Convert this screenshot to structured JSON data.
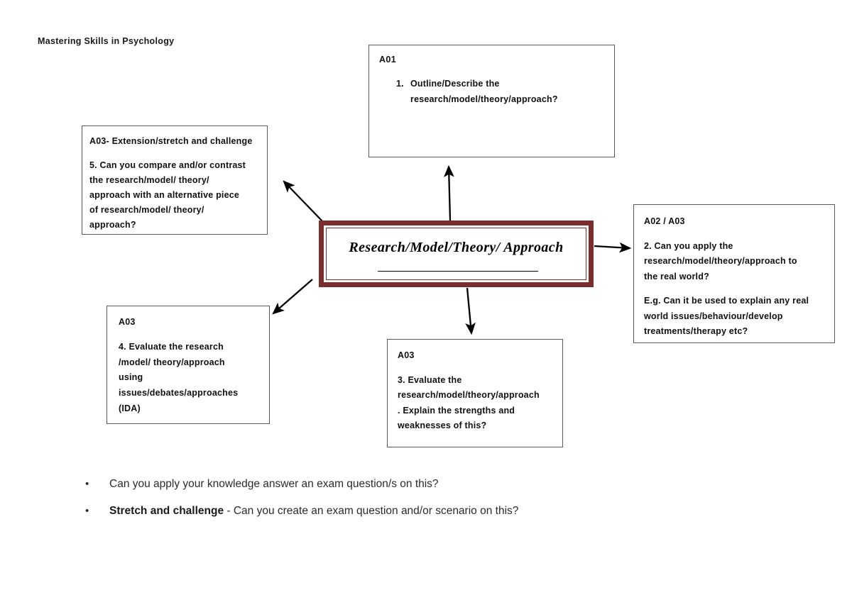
{
  "document": {
    "title": "Mastering Skills in Psychology"
  },
  "central_node": {
    "title": "Research/Model/Theory/ Approach",
    "blank_line": "",
    "border_color": "#7a2e2e"
  },
  "boxes": {
    "a01": {
      "label": "A01",
      "item_number": "1.",
      "item_line1": "Outline/Describe  the",
      "item_line2": "research/model/theory/approach?"
    },
    "a03_extension": {
      "label": "A03- Extension/stretch and challenge",
      "line1": "5. Can you compare and/or contrast",
      "line2": "the research/model/ theory/",
      "line3": "approach with an alternative piece",
      "line4": "of research/model/ theory/",
      "line5": "approach?"
    },
    "a02_a03": {
      "label": "A02 / A03",
      "q_line1": "2. Can you apply the",
      "q_line2": "research/model/theory/approach to",
      "q_line3": "the real world?",
      "eg_line1": "E.g. Can it be used to explain any real",
      "eg_line2": "world issues/behaviour/develop",
      "eg_line3": "treatments/therapy etc?"
    },
    "a03_left": {
      "label": "A03",
      "line1": "4. Evaluate the research",
      "line2": "/model/ theory/approach",
      "line3": "using",
      "line4": "issues/debates/approaches",
      "line5": "(IDA)"
    },
    "a03_center": {
      "label": "A03",
      "line1": "3. Evaluate the",
      "line2": "research/model/theory/approach",
      "line3": ". Explain  the strengths and",
      "line4": "weaknesses of this?"
    }
  },
  "arrows": [
    {
      "name": "arrow-to-a03-extension",
      "from": "central_node",
      "to": "a03_extension",
      "direction": "up-left"
    },
    {
      "name": "arrow-to-a01",
      "from": "central_node",
      "to": "a01",
      "direction": "up"
    },
    {
      "name": "arrow-to-a02-a03",
      "from": "central_node",
      "to": "a02_a03",
      "direction": "right"
    },
    {
      "name": "arrow-to-a03-left",
      "from": "central_node",
      "to": "a03_left",
      "direction": "down-left"
    },
    {
      "name": "arrow-to-a03-center",
      "from": "central_node",
      "to": "a03_center",
      "direction": "down"
    }
  ],
  "bullets": [
    {
      "marker": "•",
      "bold_prefix": "",
      "text": "Can you apply your knowledge  answer an exam question/s on this?"
    },
    {
      "marker": "•",
      "bold_prefix": "Stretch and challenge",
      "text": " - Can you create an exam question and/or scenario on this?"
    }
  ]
}
